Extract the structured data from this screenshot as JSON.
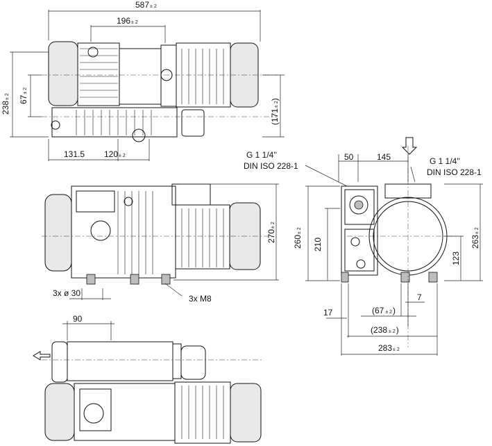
{
  "dimensions": {
    "overall_length": {
      "value": "587",
      "tol": "± 2"
    },
    "flange_length": {
      "value": "196",
      "tol": "± 2"
    },
    "height_238": {
      "value": "238",
      "tol": "± 2"
    },
    "height_67": {
      "value": "67",
      "tol": "± 2"
    },
    "height_171": "(171",
    "height_171_tol": "± 2",
    "height_171_close": ")",
    "offset_131": "131.5",
    "offset_120": {
      "value": "120",
      "tol": "± 2"
    },
    "height_270": {
      "value": "270",
      "tol": "± 2"
    },
    "holes": "3x ø 30",
    "thread": "3x M8",
    "width_50": "50",
    "width_145": "145",
    "height_260": {
      "value": "260",
      "tol": "± 2"
    },
    "height_210": "210",
    "height_123": "123",
    "height_263": {
      "value": "263",
      "tol": "± 2"
    },
    "width_17": "17",
    "width_67": {
      "open": "(67",
      "tol": "± 2",
      "close": ")"
    },
    "width_7": "7",
    "width_238": {
      "open": "(238",
      "tol": "± 2",
      "close": ")"
    },
    "width_283": {
      "value": "283",
      "tol": "± 2"
    },
    "width_90": "90"
  },
  "connections": {
    "inlet_thread": "G 1 1/4''",
    "inlet_standard": "DIN ISO 228-1",
    "outlet_thread": "G 1 1/4''",
    "outlet_standard": "DIN ISO 228-1"
  },
  "colors": {
    "dimension_line": "#e0004a",
    "outline": "#111111"
  }
}
